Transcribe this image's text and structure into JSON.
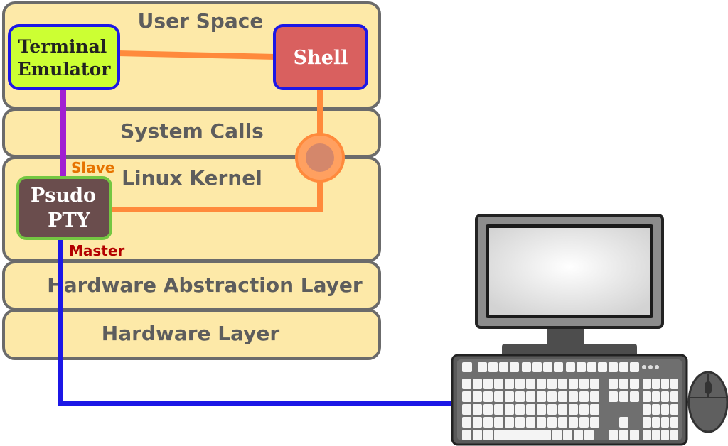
{
  "layers": {
    "user_space": "User Space",
    "system_calls": "System Calls",
    "linux_kernel": "Linux Kernel",
    "hal": "Hardware Abstraction Layer",
    "hardware": "Hardware Layer"
  },
  "boxes": {
    "terminal_emulator": [
      "Terminal",
      "Emulator"
    ],
    "shell": "Shell",
    "pseudo_pty": [
      "Psudo",
      "PTY"
    ]
  },
  "ports": {
    "slave": "Slave",
    "master": "Master"
  },
  "colors": {
    "layer_fill": "#fde9a8",
    "layer_stroke": "#6b6b6b",
    "terminal_fill": "#ccff33",
    "shell_fill": "#d9605f",
    "pty_fill": "#6a4d4d",
    "orange_line": "#ff8a3c",
    "purple_line": "#a11fd1",
    "blue_line": "#1c17e6",
    "slave_text": "#e67300",
    "master_text": "#b30000"
  },
  "icons": [
    "computer-monitor-icon",
    "keyboard-icon",
    "mouse-icon"
  ]
}
